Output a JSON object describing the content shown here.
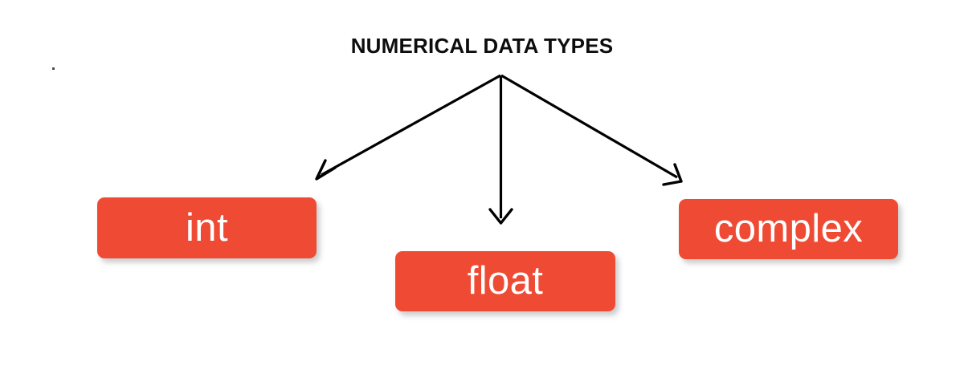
{
  "diagram": {
    "title": "NUMERICAL DATA TYPES",
    "background_color": "#ffffff",
    "title_color": "#0d0d0d",
    "node_fill_color": "#ef4b34",
    "node_text_color": "#ffffff",
    "connector_color": "#000000",
    "nodes": [
      {
        "id": "int",
        "label": "int"
      },
      {
        "id": "float",
        "label": "float"
      },
      {
        "id": "complex",
        "label": "complex"
      }
    ],
    "connectors": [
      {
        "id": "arrow-to-int",
        "from": "title",
        "to": "int",
        "direction": "down-left"
      },
      {
        "id": "arrow-to-float",
        "from": "title",
        "to": "float",
        "direction": "down"
      },
      {
        "id": "arrow-to-complex",
        "from": "title",
        "to": "complex",
        "direction": "down-right"
      }
    ]
  }
}
